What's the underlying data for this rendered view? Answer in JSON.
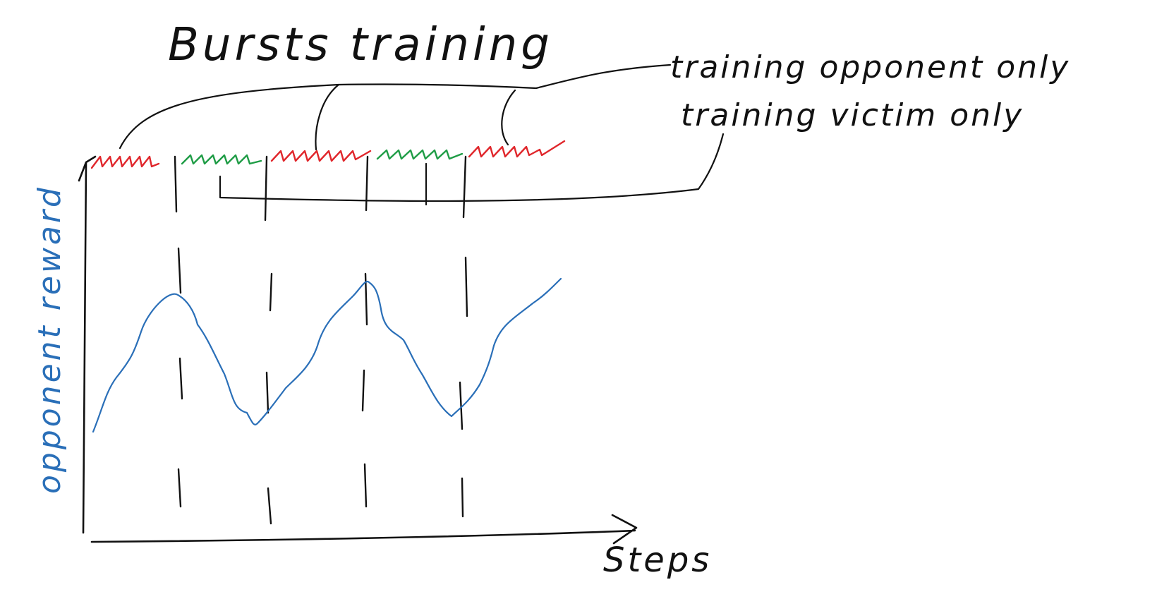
{
  "title": "Bursts training",
  "legend": {
    "opponent_label": "training opponent only",
    "victim_label": "training victim only"
  },
  "axes": {
    "x_label": "Steps",
    "y_label": "opponent reward"
  },
  "colors": {
    "opponent_phase": "#e0262b",
    "victim_phase": "#1e9c45",
    "reward_curve": "#2a6fb8",
    "ink": "#111111"
  },
  "phases": [
    "opponent",
    "victim",
    "opponent",
    "victim",
    "opponent"
  ]
}
